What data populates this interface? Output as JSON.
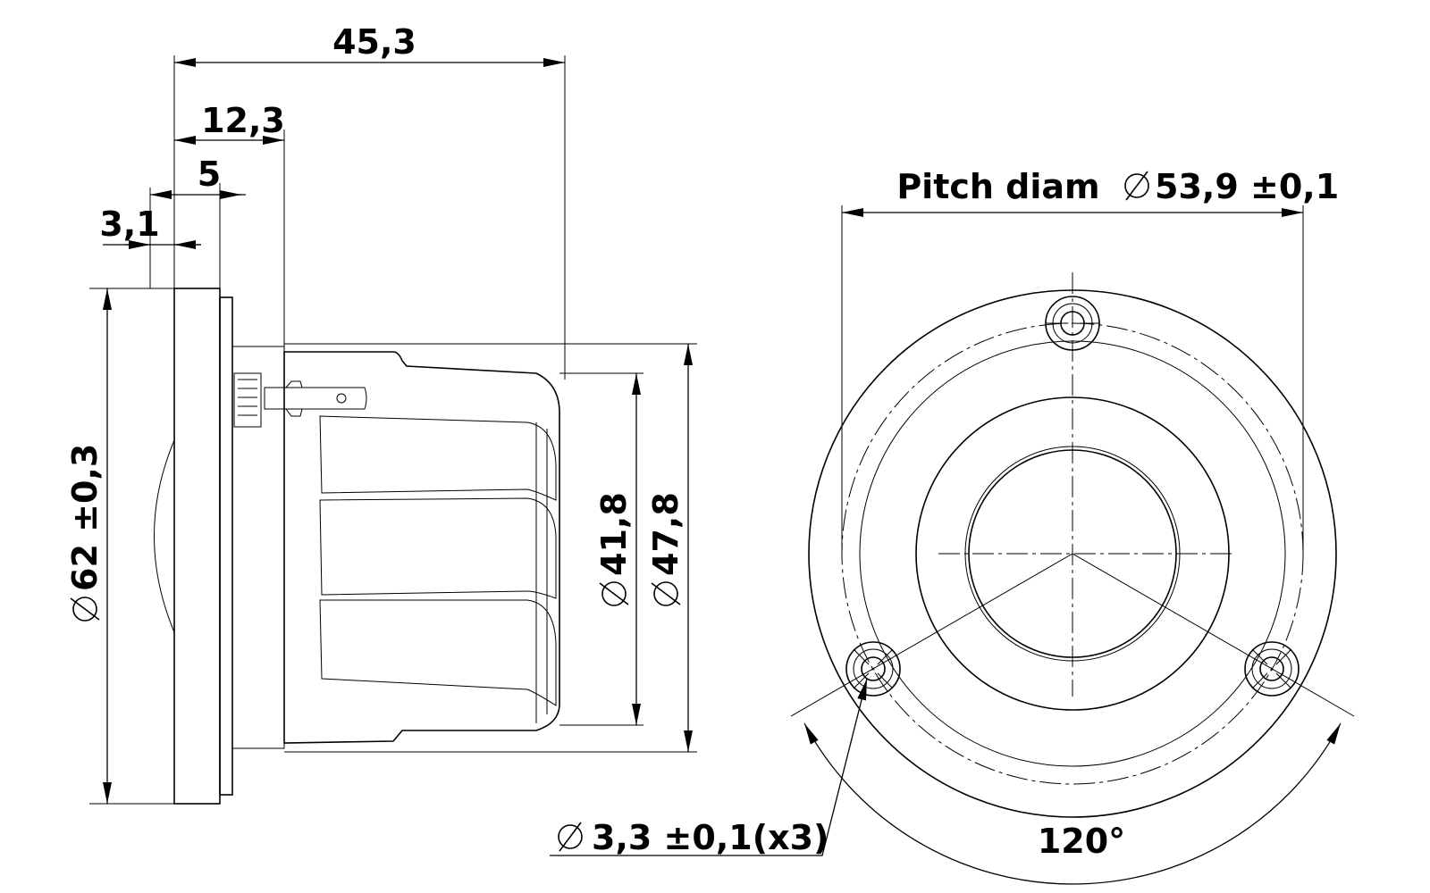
{
  "side_view": {
    "dims": {
      "overall_depth": "45,3",
      "rear_depth": "12,3",
      "flange_thickness": "5",
      "dome_protrusion": "3,1",
      "front_diameter": "62 ±0,3",
      "magnet_diameter": "41,8",
      "body_diameter": "47,8"
    }
  },
  "front_view": {
    "pitch_label": "Pitch diam",
    "pitch_value": "53,9 ±0,1",
    "hole_spec": "3,3 ±0,1(x3)",
    "angle": "120°"
  }
}
